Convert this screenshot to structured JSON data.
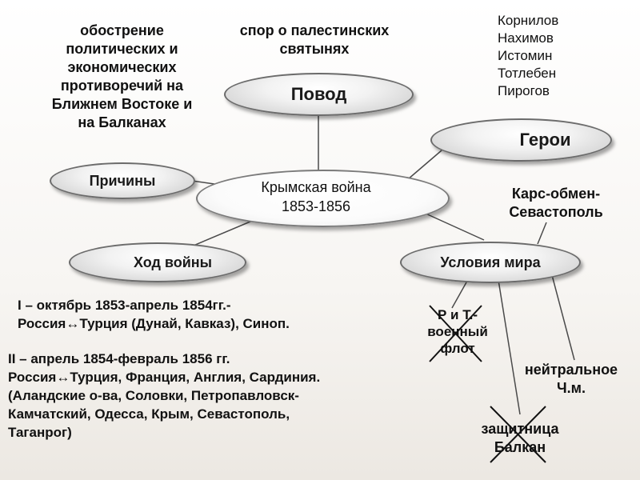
{
  "center": {
    "title": "Крымская война",
    "years": "1853-1856"
  },
  "nodes": {
    "povod": "Повод",
    "prichiny": "Причины",
    "geroi": "Герои",
    "hod": "Ход войны",
    "usloviya": "Условия мира"
  },
  "texts": {
    "causes": [
      "обострение",
      "политических и",
      "экономических",
      "противоречий на",
      "Ближнем Востоке и",
      "на Балканах"
    ],
    "pretext": [
      "спор о палестинских",
      "святынях"
    ],
    "heroes": [
      "Корнилов",
      "Нахимов",
      "Истомин",
      "Тотлебен",
      "Пирогов"
    ],
    "kars": [
      "Карс-обмен-",
      "Севастополь"
    ],
    "stage1": [
      "I – октябрь 1853-апрель 1854гг.-",
      "Россия↔Турция  (Дунай, Кавказ), Синоп."
    ],
    "stage2": [
      "II – апрель 1854-февраль 1856 гг.",
      "Россия↔Турция, Франция, Англия, Сардиния.",
      "(Аландские о-ва, Соловки, Петропавловск-",
      "Камчатский, Одесса, Крым, Севастополь,",
      "Таганрог)"
    ],
    "fleet": [
      "Р и Т.-",
      "военный",
      "флот"
    ],
    "neutral": [
      "нейтральное",
      "Ч.м."
    ],
    "balkans": [
      "защитница",
      "Балкан"
    ]
  }
}
